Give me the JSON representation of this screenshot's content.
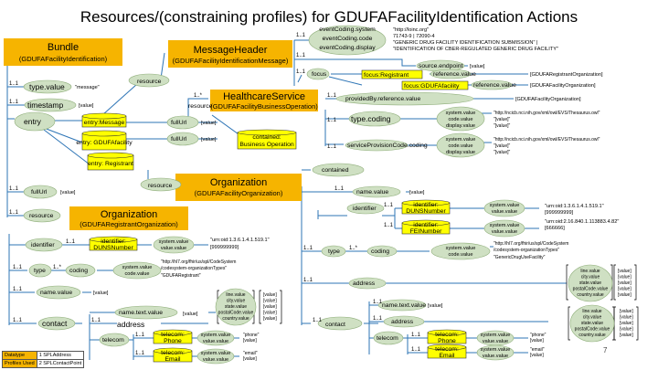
{
  "title": "Resources/(constraining profiles) for GDUFAFacilityIdentification Actions",
  "bundle": {
    "name": "Bundle",
    "profile": "(GDUFAFacilityIdentification)"
  },
  "message_header": {
    "name": "MessageHeader",
    "profile": "(GDUFAFacilityIdentificationMessage)"
  },
  "healthcare_service": {
    "name": "HealthcareService",
    "profile": "(GDUFAFacilityBusinessOperation)"
  },
  "organization_facility": {
    "name": "Organization",
    "profile": "(GDUFAFacilityOrganization)"
  },
  "organization_registrant": {
    "name": "Organization",
    "profile": "(GDUFARegistrantOrganization)"
  },
  "bundle_elements": {
    "type_value": "type.value",
    "type_fixed": "\"message\"",
    "timestamp": "timestamp",
    "timestamp_value": "[value]",
    "entry": "entry",
    "resource": "resource",
    "fullurl": "fullUrl",
    "value": "[value]",
    "entry_message": "entry:Message",
    "entry_facility": "entry: GDUFAfacility",
    "entry_registrant": "entry: Registrant"
  },
  "event_coding": {
    "system": "eventCoding.system",
    "code": "eventCoding.code",
    "display": "eventCoding.display",
    "system_value": "\"http://loinc.org\"",
    "code_value": "71743-9 | 72090-4",
    "display_value_1": "\"GENERIC DRUG FACILITY IDENTIFICATION SUBMISSION\" |",
    "display_value_2": "\"IDENTIFICATION OF CBER-REGULATED GENERIC DRUG FACILITY\""
  },
  "source_endpoint": {
    "label": "source.endpoint",
    "value": "[value]"
  },
  "focus": {
    "label": "focus",
    "registrant": "focus:Registrant",
    "facility": "focus:GDUFAfacility",
    "reference": "reference.value",
    "registrant_target": "[GDUFARegistrantOrganization]",
    "facility_target": "[GDUFAFacilityOrganization]"
  },
  "healthcare_elements": {
    "provided_by": "providedBy.reference.value",
    "provided_by_target": "[GDUFAFacilityOrganization]",
    "type_coding": "type.coding",
    "service_provision": "serviceProvisionCode.coding",
    "contained": "contained: Business Operation",
    "svc": "system.value",
    "cvc": "code.value",
    "dvc": "display.value",
    "thesaurus": "\"http://ncicb.nci.nih.gov/xml/owl/EVS/Thesaurus.owl\"",
    "quoted_value": "\"[value]\""
  },
  "facility_elements": {
    "contained": "contained",
    "name": "name.value",
    "name_value": "[value]",
    "identifier": "identifier",
    "duns_number": "identifier: DUNSNumber",
    "fei_number": "identifier: FEINumber",
    "duns_oid": "\"urn:oid:1.3.6.1.4.1.519.1\"",
    "duns_val": "[999999999]",
    "fei_oid": "\"urn:oid:2.16.840.1.113883.4.82\"",
    "fei_val": "[666666]",
    "type": "type",
    "coding": "coding",
    "org_type_system": "\"http://hl7.org/fhir/us/spl/CodeSystem",
    "org_type_system_2": "/codesystem-organizationTypes\"",
    "org_type_code": "\"GenericDrugUseFacility\"",
    "address": "address",
    "address_sup": "1",
    "contact": "contact",
    "name_text": "name.text.value",
    "telecom": "telecom",
    "telecom_sup": "2",
    "phone": "telecom: Phone",
    "email": "telecom: Email",
    "phone_value": "\"phone\"",
    "email_value": "\"email\""
  },
  "registrant_elements": {
    "identifier": "identifier",
    "duns_number": "identifier: DUNSNumber",
    "duns_oid": "\"urn:oid:1.3.6.1.4.1.519.1\"",
    "duns_val": "[999999999]",
    "type": "type",
    "coding": "coding",
    "org_type_system": "\"http://hl7.org/fhir/us/spl/CodeSystem",
    "org_type_system_2": "/codesystem-organizationTypes\"",
    "org_type_code": "\"GDUFARegistrant\"",
    "name": "name.value",
    "contact": "contact",
    "address": "address",
    "address_sup": "1"
  },
  "address_fields": [
    "line.value",
    "city.value",
    "state.value",
    "postalCode.value",
    "country.value"
  ],
  "common": {
    "system_value": "system.value",
    "value_value": "value.value",
    "code_value": "code.value",
    "display_value": "display.value",
    "value": "[value]"
  },
  "cardinality": {
    "one": "1..1",
    "star": "1..*",
    "star_short": "..*"
  },
  "legend": {
    "header_1": "Datatype",
    "header_2": "Profiles Used",
    "item_1": "1 SPLAddress",
    "item_2": "2 SPLContactPoint"
  },
  "page_number": "7",
  "colors": {
    "box_fill": "#f6b400",
    "oval_fill": "#cfe0c3",
    "cyl_fill": "#ffff00",
    "line": "#2e75b6"
  }
}
